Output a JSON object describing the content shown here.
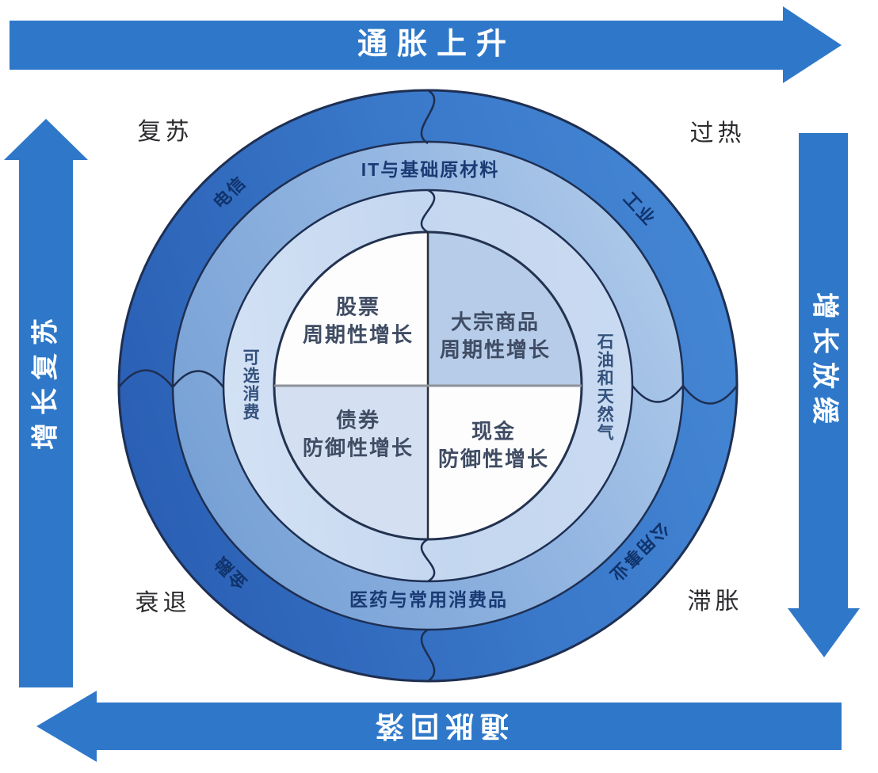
{
  "diagram": {
    "axes": {
      "top": "通胀上升",
      "bottom": "通胀回落",
      "left": "增长复苏",
      "right": "增长放缓"
    },
    "phases": {
      "top_left": "复苏",
      "top_right": "过热",
      "bottom_left": "衰退",
      "bottom_right": "滞胀"
    },
    "outer_ring": {
      "top_left": "电信",
      "top_right": "工业",
      "bottom_left": "金融",
      "bottom_right": "公用事业"
    },
    "middle_ring": {
      "top": "IT与基础原材料",
      "bottom": "医药与常用消费品"
    },
    "inner_ring": {
      "left": "可选消费",
      "right": "石油和天然气"
    },
    "quadrants": {
      "top_left": {
        "line1": "股票",
        "line2": "周期性增长"
      },
      "top_right": {
        "line1": "大宗商品",
        "line2": "周期性增长"
      },
      "bottom_left": {
        "line1": "债券",
        "line2": "防御性增长"
      },
      "bottom_right": {
        "line1": "现金",
        "line2": "防御性增长"
      }
    },
    "colors": {
      "arrow_blue": "#2f78c9",
      "outer_ring_dark": "#2a5fb4",
      "outer_ring_light": "#4486d4",
      "middle_ring_dark": "#76a0d5",
      "middle_ring_light": "#b0cbea",
      "pale_ring": "#c9daf1",
      "quadrant_blue_top_right": "#b6cce9",
      "quadrant_blue_bottom_left": "#d4e0f2",
      "quadrant_white": "#fdfdfe",
      "outline_navy": "#1e2f52",
      "ring_text_navy": "#10336b"
    }
  }
}
